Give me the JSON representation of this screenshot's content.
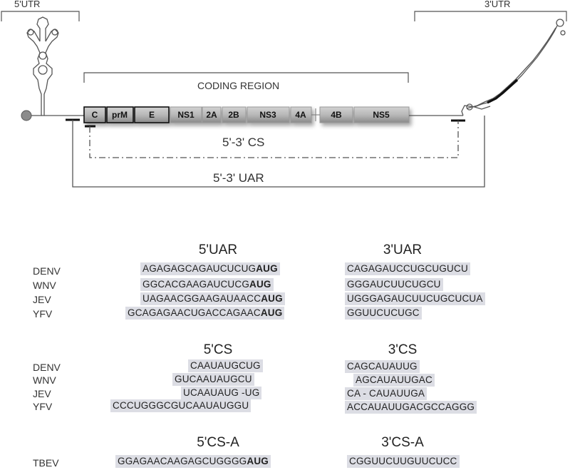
{
  "diagram": {
    "utr5_label": "5'UTR",
    "utr3_label": "3'UTR",
    "coding_region_label": "CODING REGION",
    "genes": [
      "C",
      "prM",
      "E",
      "NS1",
      "2A",
      "2B",
      "NS3",
      "4A",
      "4B",
      "NS5"
    ],
    "cs_label": "5'-3' CS",
    "uar_label": "5'-3' UAR"
  },
  "groups": [
    {
      "left_title": "5'UAR",
      "right_title": "3'UAR",
      "rows": [
        {
          "virus": "DENV",
          "left": "AGAGAGCAGAUCUCUG",
          "left_bold": "AUG",
          "right": "CAGAGAUCCUGCUGUCU"
        },
        {
          "virus": "WNV",
          "left": "GGCACGAAGAUCUCG",
          "left_bold": "AUG",
          "right": "GGGAUCUUCUGCU"
        },
        {
          "virus": "JEV",
          "left": "UAGAACGGAAGAUAACC",
          "left_bold": "AUG",
          "right": "UGGGAGAUCUUCUGCUCUA"
        },
        {
          "virus": "YFV",
          "left": "GCAGAGAACUGACCAGAAC",
          "left_bold": "AUG",
          "right": "GGUUCUCUGC"
        }
      ]
    },
    {
      "left_title": "5'CS",
      "right_title": "3'CS",
      "rows": [
        {
          "virus": "DENV",
          "left": "CAAUAUGCUG",
          "right": "CAGCAUAUUG"
        },
        {
          "virus": "WNV",
          "left": "GUCAAUAUGCU",
          "right": "AGCAUAUUGAC"
        },
        {
          "virus": "JEV",
          "left": "UCAAUAUG -UG",
          "right": "CA - CAUAUUGA"
        },
        {
          "virus": "YFV",
          "left": "CCCUGGGCGUCAAUAUGGU",
          "right": "ACCAUAUUGACGCCAGGG"
        }
      ]
    },
    {
      "left_title": "5'CS-A",
      "right_title": "3'CS-A",
      "rows": [
        {
          "virus": "TBEV",
          "left": "GGAGAACAAGAGCUGGGG",
          "left_bold": "AUG",
          "right": "CGGUUCUUGUUCUCC"
        }
      ]
    }
  ]
}
